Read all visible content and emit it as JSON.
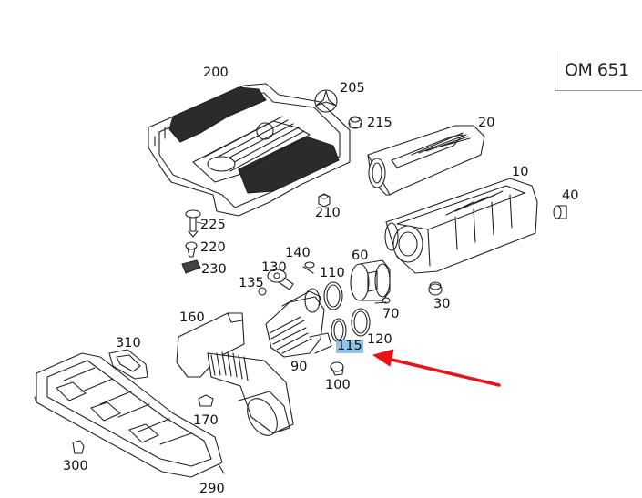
{
  "engine": "OM 651",
  "parts": {
    "p200": "200",
    "p205": "205",
    "p215": "215",
    "p20": "20",
    "p10": "10",
    "p40": "40",
    "p210": "210",
    "p225": "225",
    "p220": "220",
    "p230": "230",
    "p140": "140",
    "p130": "130",
    "p135": "135",
    "p110": "110",
    "p60": "60",
    "p70": "70",
    "p30": "30",
    "p160": "160",
    "p310": "310",
    "p90": "90",
    "p115": "115",
    "p120": "120",
    "p100": "100",
    "p170": "170",
    "p300": "300",
    "p290": "290"
  },
  "highlighted_part": "115",
  "colors": {
    "highlight": "#8ec5e8",
    "arrow": "#e8141c",
    "line": "#222222"
  }
}
